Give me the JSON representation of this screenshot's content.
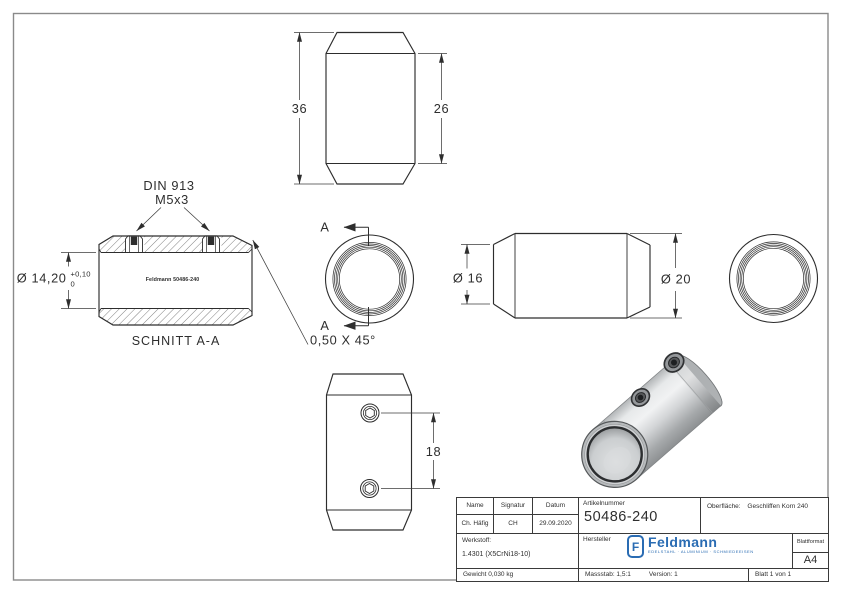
{
  "views": {
    "front": {
      "dim_overall": "36",
      "dim_body": "26"
    },
    "section": {
      "note_din": "DIN 913",
      "note_thread": "M5x3",
      "dim_bore": "Ø 14,20",
      "tol_upper": "+0,10",
      "tol_lower": "0",
      "engraving": "Feldmann 50486-240",
      "caption": "SCHNITT A-A"
    },
    "section_plane": {
      "label": "A",
      "chamfer_note": "0,50 X 45°"
    },
    "side": {
      "dim_face": "Ø 16",
      "dim_outer": "Ø 20"
    },
    "bottom": {
      "dim_spacing": "18"
    }
  },
  "title_block": {
    "name_label": "Name",
    "signature_label": "Signatur",
    "date_label": "Datum",
    "name_value": "Ch. Häfig",
    "signature_value": "CH",
    "date_value": "29.09.2020",
    "article_label": "Artikelnummer",
    "article_number": "50486-240",
    "surface_label": "Oberfläche:",
    "surface_value": "Geschliffen Korn 240",
    "material_label": "Werkstoff:",
    "material_value": "1.4301 (X5CrNi18-10)",
    "manufacturer_label": "Hersteller",
    "sheet_format_label": "Blattformat",
    "sheet_format_value": "A4",
    "weight_text": "Gewicht 0,030 kg",
    "scale_text": "Massstab: 1,5:1",
    "version_text": "Version: 1",
    "sheet_text": "Blatt 1 von 1",
    "logo": {
      "letter": "F",
      "name": "Feldmann",
      "tagline": "EDELSTAHL · ALUMINIUM · SCHMIEDEEISEN",
      "color": "#2a6cb3"
    }
  }
}
